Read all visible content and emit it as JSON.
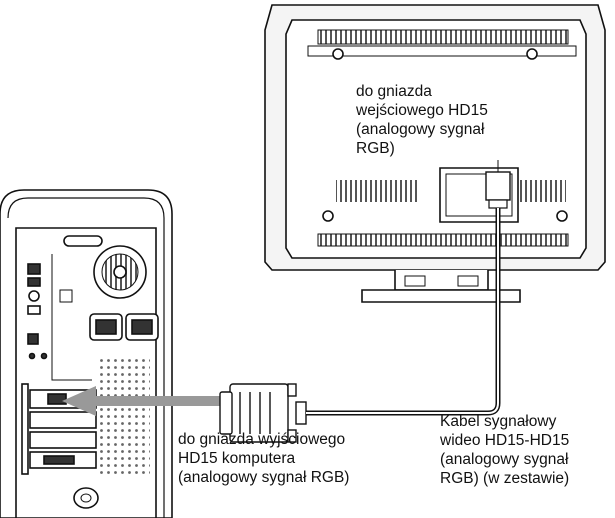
{
  "labels": {
    "monitor_input": {
      "line1": "do gniazda",
      "line2": "wejściowego HD15",
      "line3": "(analogowy sygnał",
      "line4": "RGB)"
    },
    "computer_output": {
      "line1": "do gniazda wyjściowego",
      "line2": "HD15 komputera",
      "line3": "(analogowy sygnał RGB)"
    },
    "cable": {
      "line1": "Kabel sygnałowy",
      "line2": "wideo HD15-HD15",
      "line3": "(analogowy sygnał",
      "line4": "RGB) (w zestawie)"
    }
  },
  "icons": [
    "monitor-rear-icon",
    "computer-tower-icon",
    "vga-connector-icon",
    "arrow-left-icon"
  ],
  "colors": {
    "line": "#111111",
    "arrow": "#999999",
    "monitor_fill": "#f4f4f4",
    "hatch": "#555555"
  }
}
